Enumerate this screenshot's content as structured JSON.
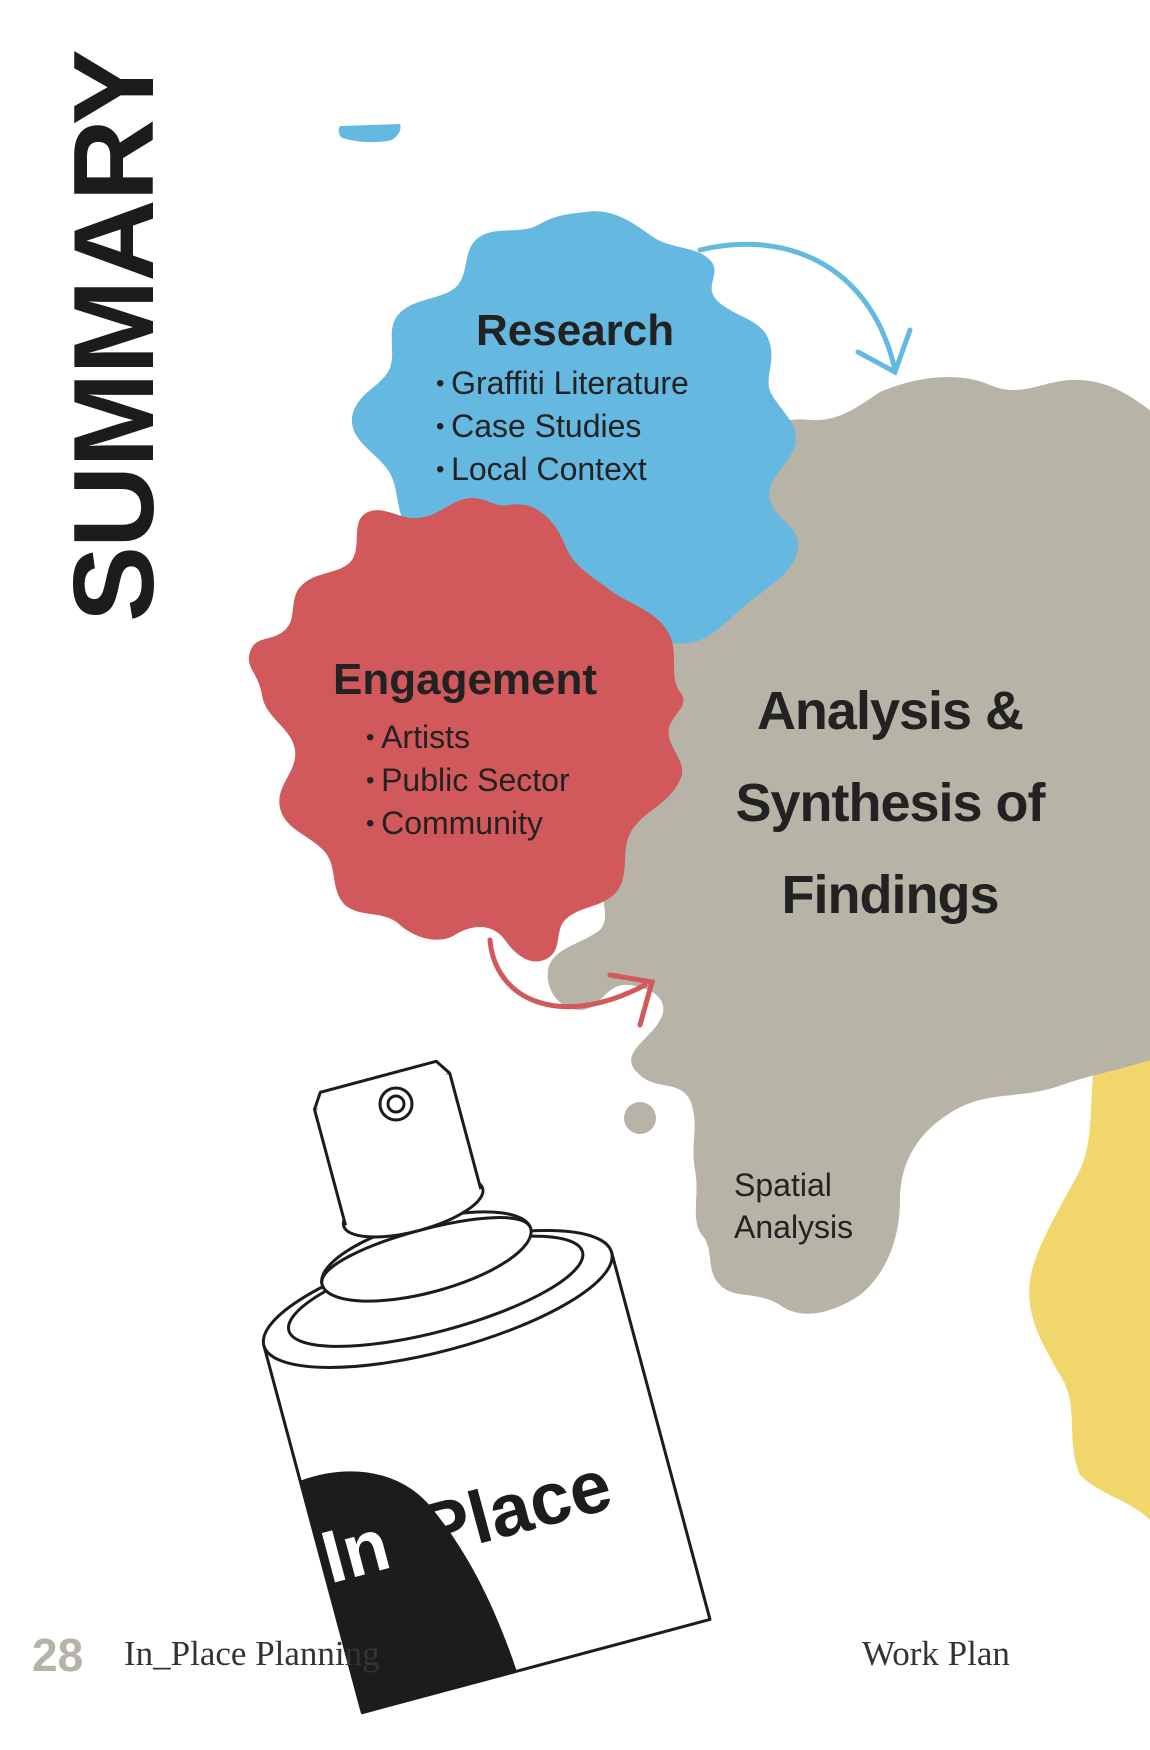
{
  "page": {
    "title": "SUMMARY",
    "page_number": "28",
    "footer_left": "In_Place Planning",
    "footer_right": "Work Plan"
  },
  "research": {
    "heading": "Research",
    "items": [
      "Graffiti Literature",
      "Case Studies",
      "Local Context"
    ],
    "color": "#65b8e0"
  },
  "engagement": {
    "heading": "Engagement",
    "items": [
      "Artists",
      "Public Sector",
      "Community"
    ],
    "color": "#d1595b"
  },
  "analysis": {
    "line1": "Analysis &",
    "line2": "Synthesis of",
    "line3": "Findings",
    "color": "#b7b3a7"
  },
  "spatial": {
    "line1": "Spatial",
    "line2": "Analysis"
  },
  "spray_can": {
    "label_in": "In",
    "label_place": "Place"
  },
  "accent_yellow": "#f1d66c"
}
